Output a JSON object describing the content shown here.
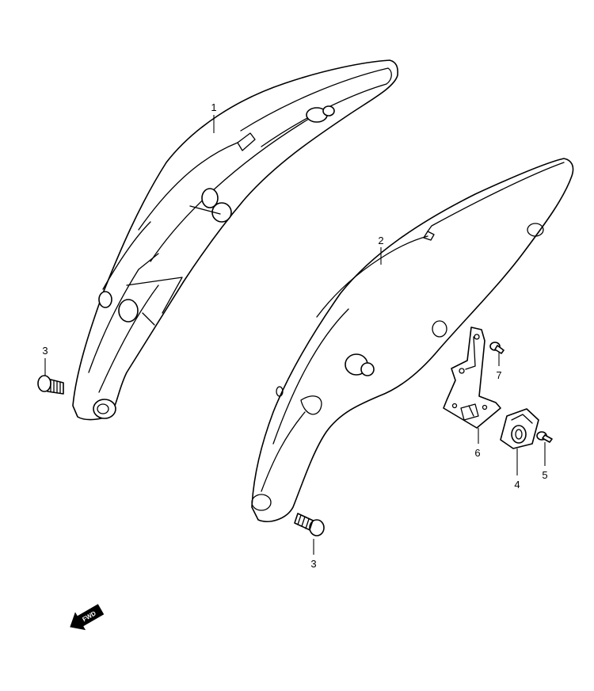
{
  "callouts": {
    "part_1": "1",
    "part_2": "2",
    "bolt_left": "3",
    "bolt_bottom": "3",
    "clamp": "4",
    "screw_clamp": "5",
    "bracket": "6",
    "screw_bracket": "7"
  },
  "fwd_arrow": {
    "label": "FWD",
    "icon": "fwd-arrow-icon"
  },
  "colors": {
    "line": "#000000",
    "background": "#ffffff"
  }
}
